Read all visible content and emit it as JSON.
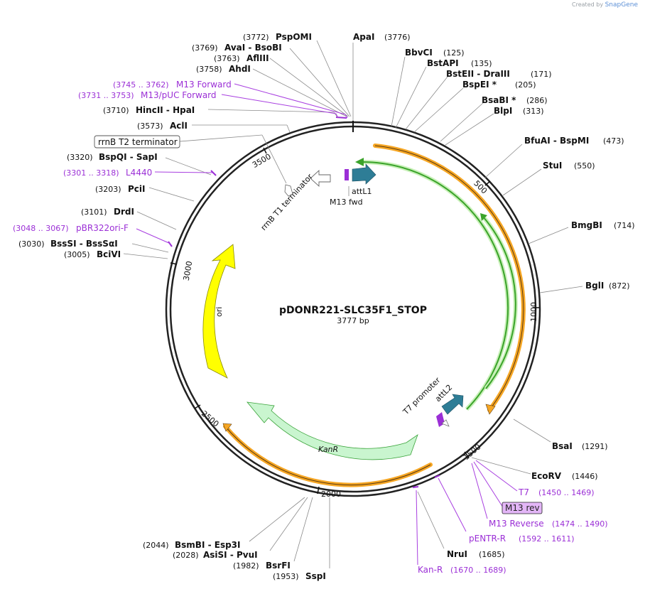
{
  "credit": {
    "prefix": "Created by",
    "brand": "SnapGene"
  },
  "plasmid": {
    "name": "pDONR221-SLC35F1_STOP",
    "length": "3777 bp",
    "bp": 3777
  },
  "ticks": [
    500,
    1000,
    1500,
    2000,
    2500,
    3000,
    3500
  ],
  "enzymes": [
    {
      "name": "ApaI",
      "pos": "(3776)"
    },
    {
      "name": "BbvCI",
      "pos": "(125)"
    },
    {
      "name": "BstAPI",
      "pos": "(135)"
    },
    {
      "name": "BstEII - DraIII",
      "pos": "(171)"
    },
    {
      "name": "BspEI *",
      "pos": "(205)"
    },
    {
      "name": "BsaBI *",
      "pos": "(286)"
    },
    {
      "name": "BlpI",
      "pos": "(313)"
    },
    {
      "name": "BfuAI - BspMI",
      "pos": "(473)"
    },
    {
      "name": "StuI",
      "pos": "(550)"
    },
    {
      "name": "BmgBI",
      "pos": "(714)"
    },
    {
      "name": "BglI",
      "pos": "(872)"
    },
    {
      "name": "BsaI",
      "pos": "(1291)"
    },
    {
      "name": "EcoRV",
      "pos": "(1446)"
    },
    {
      "name": "NruI",
      "pos": "(1685)"
    },
    {
      "name": "SspI",
      "pos": "(1953)"
    },
    {
      "name": "BsrFI",
      "pos": "(1982)"
    },
    {
      "name": "AsiSI - PvuI",
      "pos": "(2028)"
    },
    {
      "name": "BsmBI - Esp3I",
      "pos": "(2044)"
    },
    {
      "name": "BciVI",
      "pos": "(3005)"
    },
    {
      "name": "BssSI - BssSαI",
      "pos": "(3030)"
    },
    {
      "name": "DrdI",
      "pos": "(3101)"
    },
    {
      "name": "PciI",
      "pos": "(3203)"
    },
    {
      "name": "BspQI - SapI",
      "pos": "(3320)"
    },
    {
      "name": "AclI",
      "pos": "(3573)"
    },
    {
      "name": "HincII - HpaI",
      "pos": "(3710)"
    },
    {
      "name": "AhdI",
      "pos": "(3758)"
    },
    {
      "name": "AflIII",
      "pos": "(3763)"
    },
    {
      "name": "AvaI - BsoBI",
      "pos": "(3769)"
    },
    {
      "name": "PspOMI",
      "pos": "(3772)"
    }
  ],
  "primers": [
    {
      "name": "T7",
      "range": "(1450 .. 1469)"
    },
    {
      "name": "M13 rev",
      "range": ""
    },
    {
      "name": "M13 Reverse",
      "range": "(1474 .. 1490)"
    },
    {
      "name": "pENTR-R",
      "range": "(1592 .. 1611)"
    },
    {
      "name": "Kan-R",
      "range": "(1670 .. 1689)"
    },
    {
      "name": "pBR322ori-F",
      "range": "(3048 .. 3067)"
    },
    {
      "name": "L4440",
      "range": "(3301 .. 3318)"
    },
    {
      "name": "M13/pUC Forward",
      "range": "(3731 .. 3753)"
    },
    {
      "name": "M13 Forward",
      "range": "(3745 .. 3762)"
    }
  ],
  "features": {
    "rrnB_T2": "rrnB T2 terminator",
    "rrnB_T1": "rrnB T1 terminator",
    "attL1": "attL1",
    "M13_fwd": "M13 fwd",
    "T7_promoter": "T7 promoter",
    "attL2": "attL2",
    "KanR": "KanR",
    "ori": "ori"
  },
  "colors": {
    "backbone": "#222222",
    "orange": "#f6a623",
    "green": "#3aa32a",
    "teal": "#2e7d96",
    "kanr": "#c9f5cf",
    "ori": "#ffff00",
    "primer": "#9b2fd6",
    "lead": "#8a8a8a"
  }
}
